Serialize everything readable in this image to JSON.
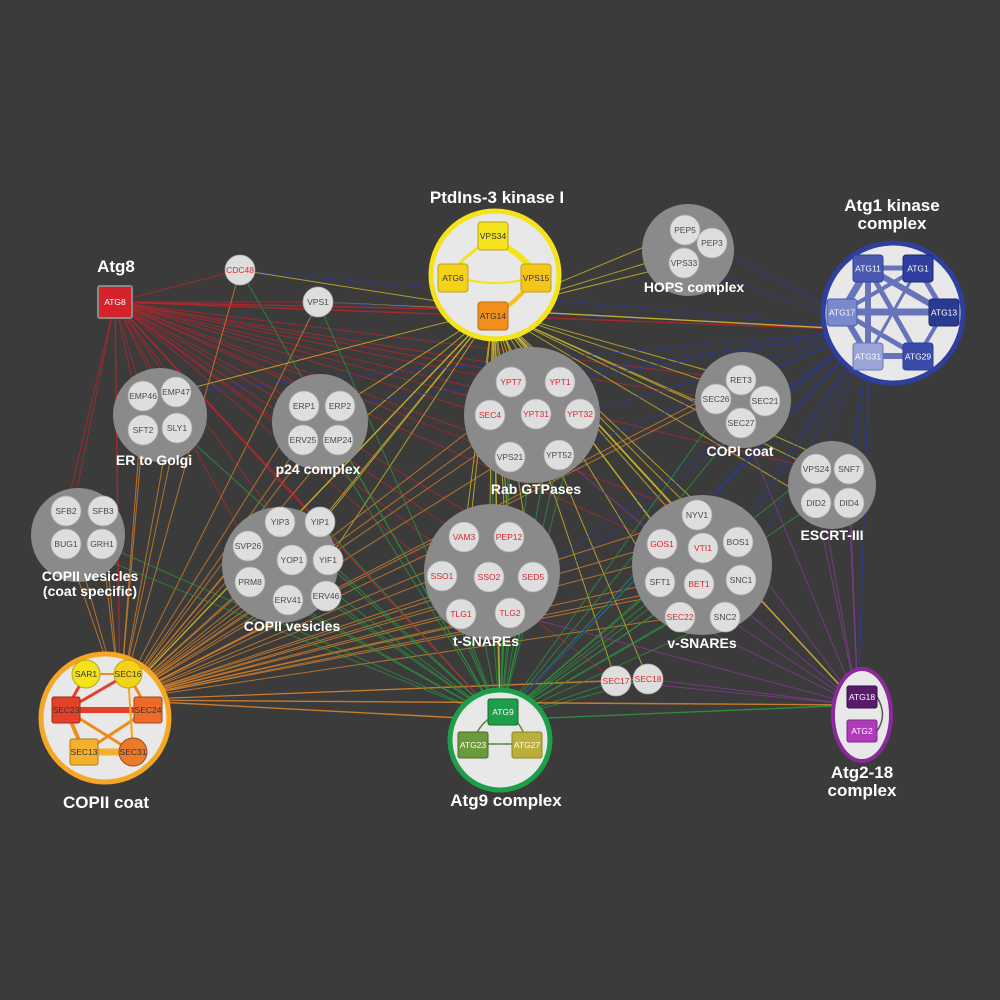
{
  "complexes": {
    "ptdins3": {
      "title": "PtdIns-3 kinase I",
      "nodes": [
        "VPS34",
        "ATG6",
        "VPS15",
        "ATG14"
      ]
    },
    "atg1": {
      "title_line1": "Atg1 kinase",
      "title_line2": "complex",
      "nodes": [
        "ATG11",
        "ATG1",
        "ATG17",
        "ATG13",
        "ATG31",
        "ATG29"
      ]
    },
    "atg8": {
      "title": "Atg8",
      "node": "ATG8"
    },
    "copii_coat": {
      "title": "COPII coat",
      "nodes": [
        "SAR1",
        "SEC16",
        "SEC23",
        "SEC24",
        "SEC13",
        "SEC31"
      ]
    },
    "atg9": {
      "title": "Atg9 complex",
      "nodes": [
        "ATG9",
        "ATG23",
        "ATG27"
      ]
    },
    "atg2_18": {
      "title_line1": "Atg2-18",
      "title_line2": "complex",
      "nodes": [
        "ATG18",
        "ATG2"
      ]
    },
    "hops": {
      "title": "HOPS complex",
      "nodes": [
        "PEP5",
        "PEP3",
        "VPS33"
      ]
    },
    "er_golgi": {
      "title": "ER to Golgi",
      "nodes": [
        "EMP46",
        "EMP47",
        "SFT2",
        "SLY1"
      ]
    },
    "p24": {
      "title": "p24 complex",
      "nodes": [
        "ERP1",
        "ERP2",
        "ERV25",
        "EMP24"
      ]
    },
    "rab": {
      "title": "Rab GTPases",
      "nodes": [
        "YPT7",
        "YPT1",
        "SEC4",
        "YPT31",
        "YPT32",
        "VPS21",
        "YPT52"
      ]
    },
    "copi": {
      "title": "COPI coat",
      "nodes": [
        "RET3",
        "SEC26",
        "SEC21",
        "SEC27"
      ]
    },
    "escrt": {
      "title": "ESCRT-III",
      "nodes": [
        "VPS24",
        "SNF7",
        "DID2",
        "DID4"
      ]
    },
    "copii_specific": {
      "title_line1": "COPII vesicles",
      "title_line2": "(coat specific)",
      "nodes": [
        "SFB2",
        "SFB3",
        "BUG1",
        "GRH1"
      ]
    },
    "copii_vesicles": {
      "title": "COPII vesicles",
      "nodes": [
        "YIP3",
        "YIP1",
        "SVP26",
        "YOP1",
        "YIF1",
        "PRM8",
        "ERV41",
        "ERV46"
      ]
    },
    "tsnares": {
      "title": "t-SNAREs",
      "nodes": [
        "VAM3",
        "PEP12",
        "SSO1",
        "SSO2",
        "SED5",
        "TLG1",
        "TLG2"
      ]
    },
    "vsnares": {
      "title": "v-SNAREs",
      "nodes": [
        "NYV1",
        "GOS1",
        "VTI1",
        "BOS1",
        "SFT1",
        "BET1",
        "SNC1",
        "SEC22",
        "SNC2"
      ]
    },
    "singles": {
      "cdc48": "CDC48",
      "vps1": "VPS1",
      "sec17": "SEC17",
      "sec18": "SEC18"
    }
  },
  "colors": {
    "background": "#3b3b3b",
    "ptdins_ring": "#f4e21a",
    "atg1_ring": "#2e3f9e",
    "copii_ring": "#f5a623",
    "atg9_ring": "#1e9e4a",
    "atg2_ring": "#8a2a9a",
    "atg8_node": "#d4232a",
    "edge_red": "#b8262c",
    "edge_yellow": "#d8c028",
    "edge_orange": "#e0862a",
    "edge_green": "#2a9a3e",
    "edge_blue": "#2a3a9e",
    "edge_purple": "#8a3a9a",
    "highlight_text": "#e0242a"
  }
}
